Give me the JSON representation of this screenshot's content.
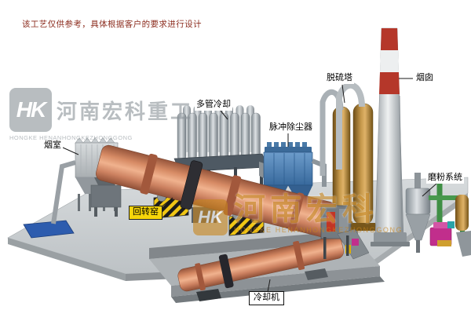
{
  "disclaimer": "该工艺仅供参考，具体根据客户的要求进行设计",
  "watermark_logo": {
    "monogram": "HK",
    "company_cn": "河南宏科重工",
    "company_en": "HONGKE HENANHONGKEZHONGGONG"
  },
  "watermark_center": {
    "monogram": "HK",
    "text_cn": "河南宏科",
    "text_en": "HONGKE HENANHONGKEZHONGGONG"
  },
  "labels": {
    "smoke_chamber": "烟室",
    "rotary_kiln": "回转窑",
    "multi_tube_cooler": "多管冷却",
    "pulse_dust_collector": "脉冲除尘器",
    "desulfurization_tower": "脱硫塔",
    "chimney": "烟囱",
    "grinding_system": "磨粉系统",
    "cooling_machine": "冷却机"
  },
  "colors": {
    "kiln_salmon": "#d68a64",
    "dust_collector_blue": "#4a7fb0",
    "desulfurization_tan": "#c79a4c",
    "chimney_red": "#b5372a",
    "platform_gray": "#c9ced1",
    "hazard_yellow": "#f0c614",
    "kiln_label_yellow": "#f6d50a",
    "disclaimer_red": "#8b2b1d",
    "watermark_gray": "#8d959b",
    "watermark_orange": "#c8861f",
    "pipe_green": "#3f8f45",
    "accent_magenta": "#c12e8c",
    "pad_blue": "#2d5cae"
  }
}
